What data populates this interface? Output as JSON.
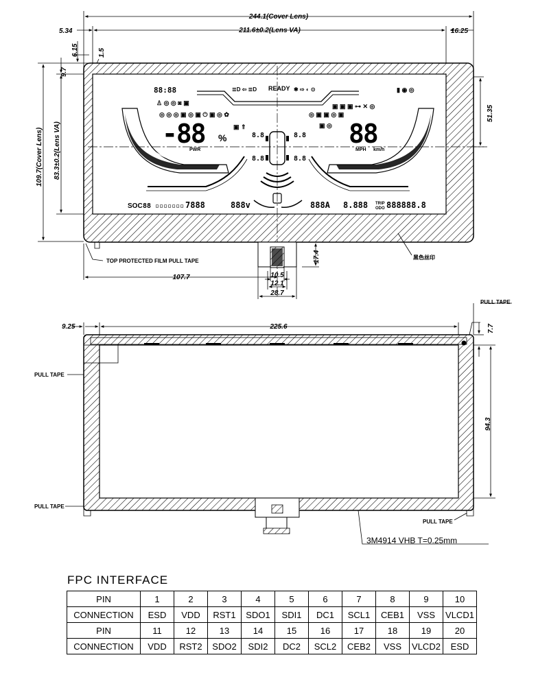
{
  "top_view": {
    "dim_cover_width": "244.1(Cover Lens)",
    "dim_va_width": "211.6±0.2(Lens VA)",
    "dim_left_offset": "5.34",
    "dim_right_offset": "16.25",
    "dim_top_offset": "6.15",
    "dim_corner": "1.5",
    "dim_va_top": "9.7",
    "dim_cover_height": "109.7(Cover Lens)",
    "dim_va_height": "83.3±0.2(Lens VA)",
    "dim_center_v": "51.35",
    "dim_tail_height": "17.4",
    "dim_tail_width_inner": "10.5",
    "dim_tail_width_mid": "12.1",
    "dim_tail_width_outer": "28.7",
    "dim_tail_offset": "107.7",
    "label_film": "TOP PROTECTED FILM PULL TAPE",
    "label_ink": "黑色丝印"
  },
  "lcd": {
    "clock": "88:88",
    "ready": "READY",
    "soc": "SOC",
    "pwr": "PWR",
    "mph": "MPH",
    "kmh": "km/h",
    "trip": "TRIP",
    "odo": "ODO",
    "percent": "%"
  },
  "bottom_view": {
    "dim_width": "225.6",
    "dim_left": "9.25",
    "dim_top": "7.7",
    "dim_height": "94.3",
    "label_pull_tape_1": "PULL TAPE",
    "label_pull_tape_2": "PULL TAPE",
    "label_pull_tape_3": "PULL TAPE",
    "label_pull_tape_4": "PULL TAPE",
    "label_adhesive": "3M4914  VHB  T=0.25mm"
  },
  "fpc": {
    "title": "FPC  INTERFACE",
    "rows": [
      {
        "head": "PIN",
        "cells": [
          "1",
          "2",
          "3",
          "4",
          "5",
          "6",
          "7",
          "8",
          "9",
          "10"
        ]
      },
      {
        "head": "CONNECTION",
        "cells": [
          "ESD",
          "VDD",
          "RST1",
          "SDO1",
          "SDI1",
          "DC1",
          "SCL1",
          "CEB1",
          "VSS",
          "VLCD1"
        ]
      },
      {
        "head": "PIN",
        "cells": [
          "11",
          "12",
          "13",
          "14",
          "15",
          "16",
          "17",
          "18",
          "19",
          "20"
        ]
      },
      {
        "head": "CONNECTION",
        "cells": [
          "VDD",
          "RST2",
          "SDO2",
          "SDI2",
          "DC2",
          "SCL2",
          "CEB2",
          "VSS",
          "VLCD2",
          "ESD"
        ]
      }
    ]
  }
}
